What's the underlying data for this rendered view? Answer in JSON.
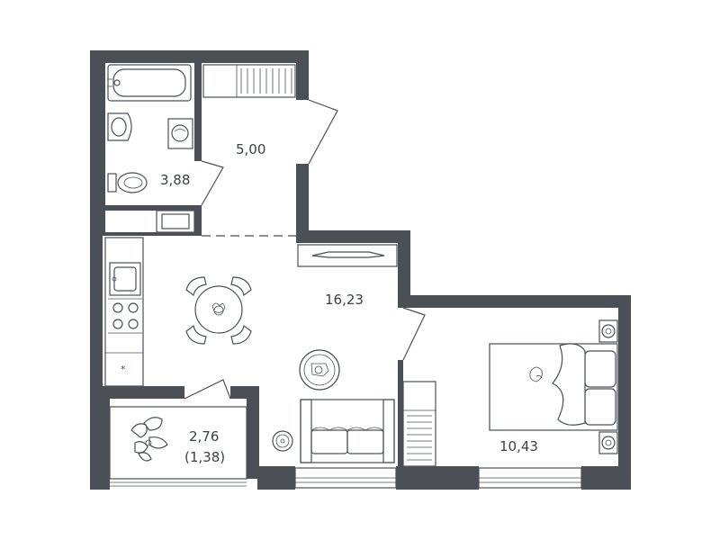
{
  "rooms": {
    "bathroom": {
      "area": "3,88"
    },
    "hallway": {
      "area": "5,00"
    },
    "living_kitchen": {
      "area": "16,23"
    },
    "bedroom": {
      "area": "10,43"
    },
    "balcony": {
      "area": "2,76",
      "reduced_area": "(1,38)"
    }
  },
  "colors": {
    "wall": "#4b5057",
    "line": "#4b5057",
    "text": "#3c4147",
    "background": "#ffffff"
  }
}
